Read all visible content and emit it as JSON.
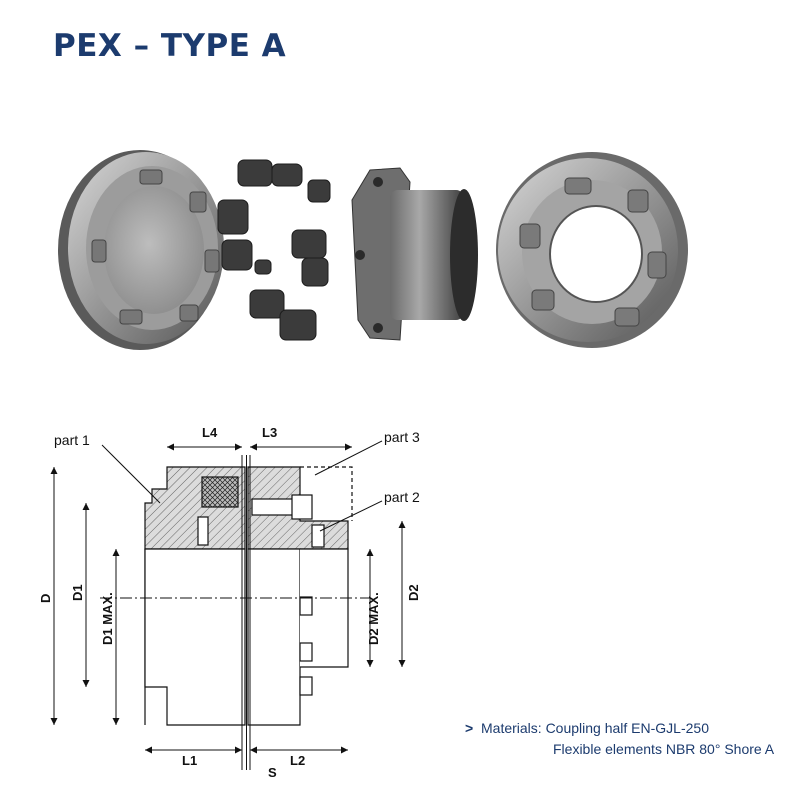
{
  "title": "PEX – TYPE A",
  "photo": {
    "parts": [
      "coupling-half-with-cams",
      "flexible-elements-ring",
      "hub-with-flange",
      "coupling-half-with-pockets"
    ]
  },
  "drawing": {
    "labels": {
      "part1": "part 1",
      "part2": "part 2",
      "part3": "part 3"
    },
    "dimensions": {
      "L4": "L4",
      "L3": "L3",
      "L1": "L1",
      "L2": "L2",
      "S": "S",
      "D": "D",
      "D1": "D1",
      "D1max": "D1 MAX.",
      "D2max": "D2 MAX.",
      "D2": "D2"
    }
  },
  "materials": {
    "marker": ">",
    "line1": "Materials: Coupling half EN-GJL-250",
    "line2": "Flexible elements NBR 80° Shore A"
  },
  "colors": {
    "title": "#1c3b6e",
    "metal": "#8a8a8a",
    "hatch": "#555555"
  }
}
